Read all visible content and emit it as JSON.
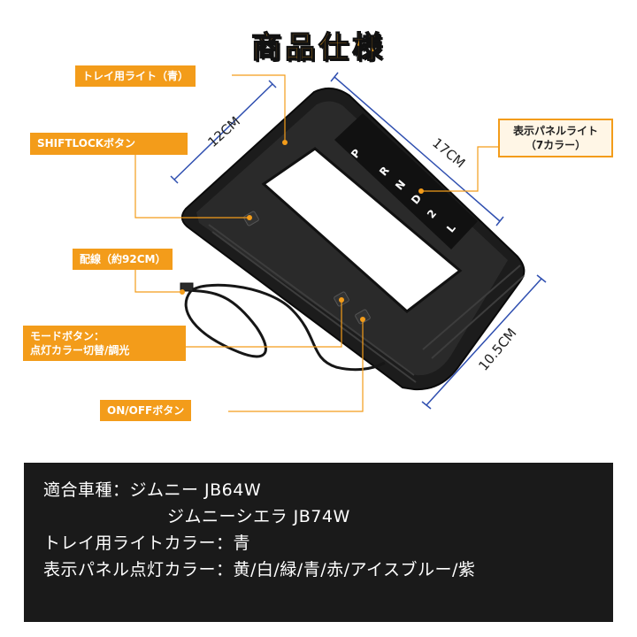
{
  "title": "商品仕様",
  "callouts": {
    "tray_light": "トレイ用ライト（青）",
    "shiftlock": "SHIFTLOCKボタン",
    "wiring": "配線（約92CM）",
    "mode_line1": "モードボタン：",
    "mode_line2": "点灯カラー切替/調光",
    "onoff": "ON/OFFボタン",
    "panel_line1": "表示パネルライト",
    "panel_line2": "（7カラー）"
  },
  "dimensions": {
    "width": "12CM",
    "length": "17CM",
    "depth": "10.5CM"
  },
  "gear_letters": [
    "P",
    "R",
    "N",
    "D",
    "2",
    "L"
  ],
  "spec": {
    "models_label": "適合車種：ジムニー JB64W",
    "models_line2": "ジムニーシエラ JB74W",
    "tray_color": "トレイ用ライトカラー：青",
    "panel_color": "表示パネル点灯カラー：黄/白/緑/青/赤/アイスブルー/紫"
  },
  "colors": {
    "accent": "#f39c1a",
    "title": "#f5a623",
    "dim_line": "#2f4fb0",
    "spec_bg": "#1a1a1a"
  }
}
